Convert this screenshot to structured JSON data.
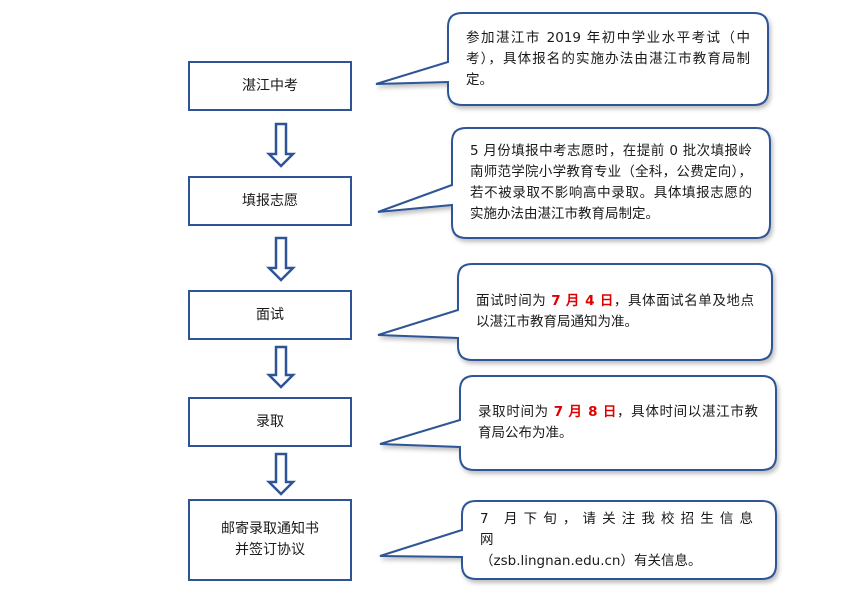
{
  "steps": [
    {
      "id": "step-1",
      "label": "湛江中考"
    },
    {
      "id": "step-2",
      "label": "填报志愿"
    },
    {
      "id": "step-3",
      "label": "面试"
    },
    {
      "id": "step-4",
      "label": "录取"
    },
    {
      "id": "step-5",
      "label": "邮寄录取通知书\n并签订协议"
    }
  ],
  "callouts": {
    "c1": {
      "text": "参加湛江市 2019 年初中学业水平考试（中考），具体报名的实施办法由湛江市教育局制定。"
    },
    "c2": {
      "text": "5 月份填报中考志愿时，在提前 0 批次填报岭南师范学院小学教育专业（全科，公费定向），若不被录取不影响高中录取。具体填报志愿的实施办法由湛江市教育局制定。"
    },
    "c3": {
      "before": "面试时间为 ",
      "highlight": "7 月 4 日",
      "after": "，具体面试名单及地点以湛江市教育局通知为准。"
    },
    "c4": {
      "before": "录取时间为 ",
      "highlight": "7 月 8 日",
      "after": "，具体时间以湛江市教育局公布为准。"
    },
    "c5": {
      "line1": "7 月下旬，请关注我校招生信息网",
      "line2": "（zsb.lingnan.edu.cn）有关信息。"
    }
  },
  "colors": {
    "box_border": "#2f5496",
    "callout_border": "#2f5496",
    "arrow": "#2f5496",
    "highlight": "#e00000"
  }
}
